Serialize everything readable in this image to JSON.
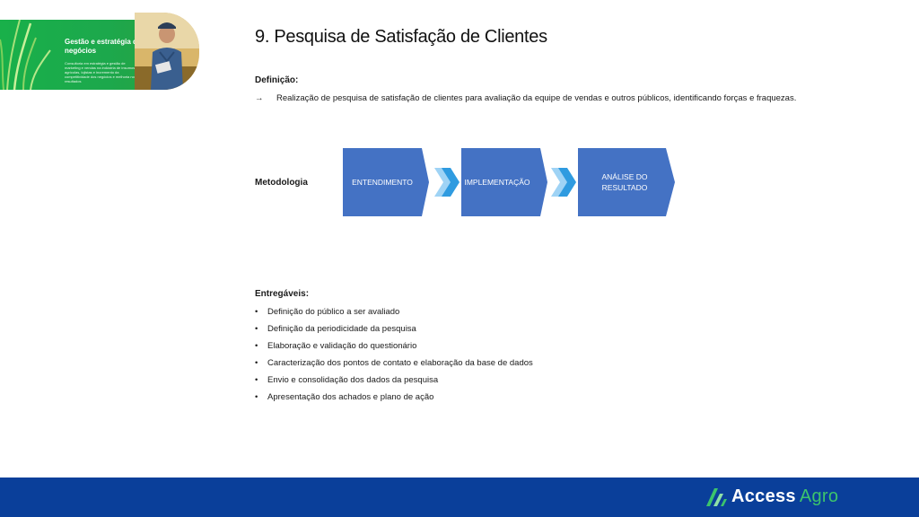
{
  "banner": {
    "title": "Gestão e estratégia de negócios",
    "text": "Consultoria em estratégia e gestão de marketing e vendas na indústria de insumos agrícolas, lojistas e incremento da competitividade dos negócios e melhoria nos resultados"
  },
  "page": {
    "title": "9. Pesquisa de Satisfação de Clientes"
  },
  "definition": {
    "label": "Definição:",
    "arrow": "→",
    "text": "Realização  de  pesquisa de satisfação de clientes para avaliação  da equipe de vendas e outros públicos,  identificando  forças e fraquezas."
  },
  "methodology": {
    "label": "Metodologia",
    "steps": [
      "ENTENDIMENTO",
      "IMPLEMENTAÇÃO",
      "ANÁLISE DO",
      "RESULTADO"
    ]
  },
  "deliverables": {
    "label": "Entregáveis:",
    "bullet": "•",
    "items": [
      "Definição  do público  a ser avaliado",
      "Definição  da periodicidade  da pesquisa",
      "Elaboração  e validação  do questionário",
      "Caracterização  dos pontos de contato e elaboração  da base de dados",
      "Envio e consolidação  dos dados  da pesquisa",
      "Apresentação  dos achados  e plano de ação"
    ]
  },
  "footer": {
    "logo_access": "Access",
    "logo_agro": "Agro"
  },
  "colors": {
    "step_fill": "#4472c4",
    "chevron": "#2f9be0",
    "footer": "#0a3f9a",
    "brand_green": "#3cc46c"
  }
}
